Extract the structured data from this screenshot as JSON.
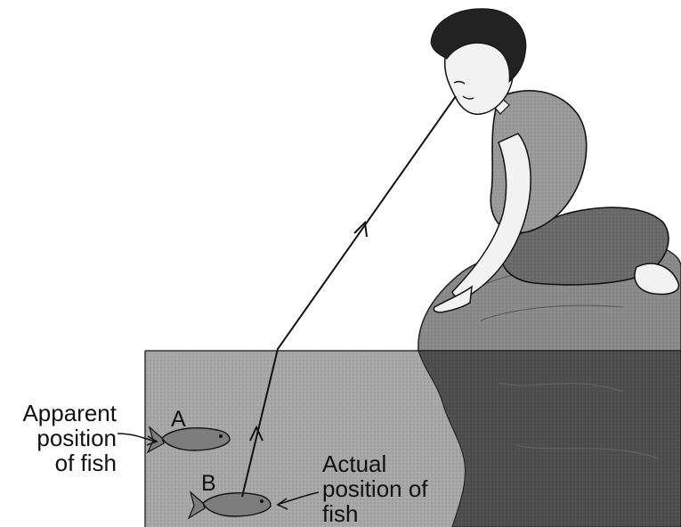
{
  "labels": {
    "apparent_line1": "Apparent",
    "apparent_line2": "position",
    "apparent_line3": "of fish",
    "actual_line1": "Actual",
    "actual_line2": "position of",
    "actual_line3": "fish",
    "fish_a": "A",
    "fish_b": "B"
  },
  "colors": {
    "water": "#a7a7a7",
    "rock": "#4e4e4e",
    "skin": "#f2f2f2",
    "shirt": "#9a9a9a",
    "pants": "#6a6a6a",
    "hair": "#222222",
    "line": "#111111"
  }
}
